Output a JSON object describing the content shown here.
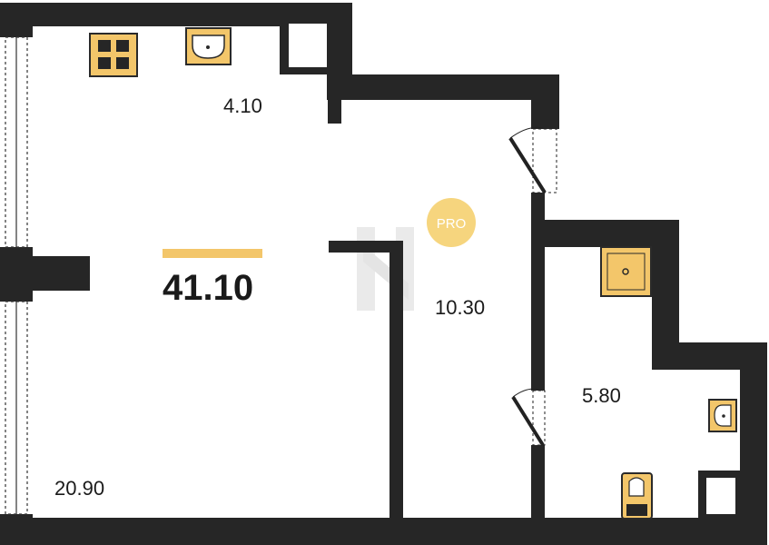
{
  "plan": {
    "total_area": "41.10",
    "rooms": [
      {
        "id": "kitchen-niche",
        "area": "4.10"
      },
      {
        "id": "living-room",
        "area": "20.90"
      },
      {
        "id": "hallway",
        "area": "10.30"
      },
      {
        "id": "bathroom",
        "area": "5.80"
      }
    ],
    "badge": {
      "text": "PRO"
    },
    "colors": {
      "wall": "#262626",
      "fixture_fill": "#F3C66A",
      "fixture_stroke": "#2a2a2a",
      "accent_bar": "#F3C66A",
      "badge": "#F6D57E",
      "watermark": "#D9D9D9"
    },
    "icons": [
      "stove-icon",
      "kitchen-sink-icon",
      "shower-tray-icon",
      "washbasin-icon",
      "toilet-icon",
      "swing-door-icon",
      "window-icon"
    ]
  }
}
